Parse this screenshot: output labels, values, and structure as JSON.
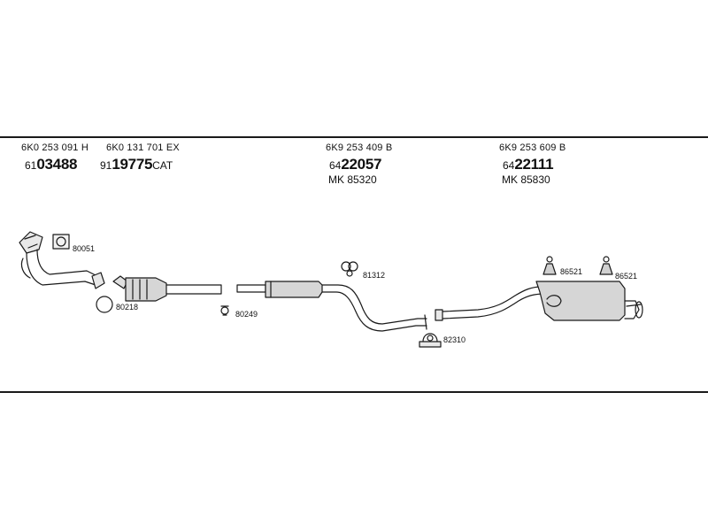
{
  "groups": [
    {
      "oem": "6K0 253 091 H",
      "prefix": "61",
      "main": "03488",
      "suffix": "",
      "mk": ""
    },
    {
      "oem": "6K0 131 701 EX",
      "prefix": "91",
      "main": "19775",
      "suffix": "CAT",
      "mk": ""
    },
    {
      "oem": "6K9 253 409 B",
      "prefix": "64",
      "main": "22057",
      "suffix": "",
      "mk": "MK  85320"
    },
    {
      "oem": "6K9 253 609 B",
      "prefix": "64",
      "main": "22111",
      "suffix": "",
      "mk": "MK  85830"
    }
  ],
  "small_parts": {
    "gasket_square": "80051",
    "ring": "80218",
    "clamp_small": "80249",
    "rubber_mount": "81312",
    "u_clamp": "82310",
    "hanger_1": "86521",
    "hanger_2": "86521"
  }
}
